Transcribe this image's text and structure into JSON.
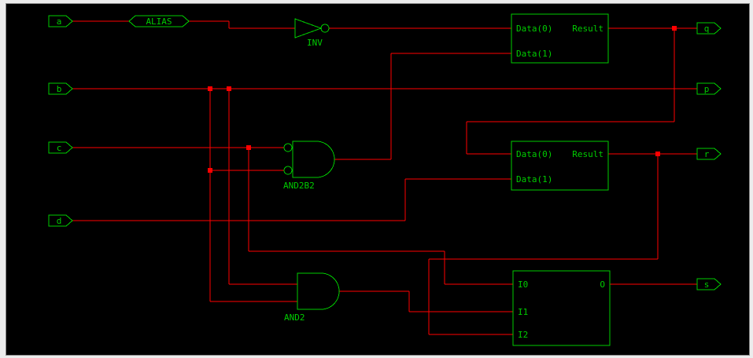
{
  "colors": {
    "wire": "#ff0000",
    "component": "#00cc00",
    "canvas_bg": "#000000",
    "frame_bg": "#ececec"
  },
  "ports": {
    "inputs": [
      {
        "label": "a"
      },
      {
        "label": "b"
      },
      {
        "label": "c"
      },
      {
        "label": "d"
      }
    ],
    "outputs": [
      {
        "label": "q"
      },
      {
        "label": "p"
      },
      {
        "label": "r"
      },
      {
        "label": "s"
      }
    ]
  },
  "labels": {
    "alias": "ALIAS",
    "inv": "INV",
    "and2b2": "AND2B2",
    "and2": "AND2"
  },
  "blocks": {
    "compare1": {
      "in0": "Data(0)",
      "in1": "Data(1)",
      "out": "Result"
    },
    "compare2": {
      "in0": "Data(0)",
      "in1": "Data(1)",
      "out": "Result"
    },
    "mux": {
      "in0": "I0",
      "in1": "I1",
      "in2": "I2",
      "out": "O"
    }
  }
}
